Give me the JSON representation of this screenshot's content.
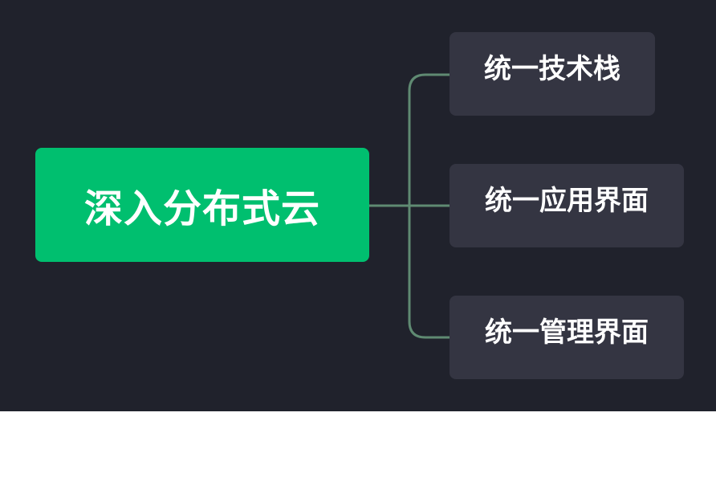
{
  "diagram": {
    "type": "mindmap",
    "background_color": "#20222c",
    "connector_color": "#5f8a72",
    "root": {
      "label": "深入分布式云",
      "color": "#00bf6f"
    },
    "children": [
      {
        "label": "统一技术栈",
        "color": "#343542"
      },
      {
        "label": "统一应用界面",
        "color": "#343542"
      },
      {
        "label": "统一管理界面",
        "color": "#343542"
      }
    ]
  }
}
